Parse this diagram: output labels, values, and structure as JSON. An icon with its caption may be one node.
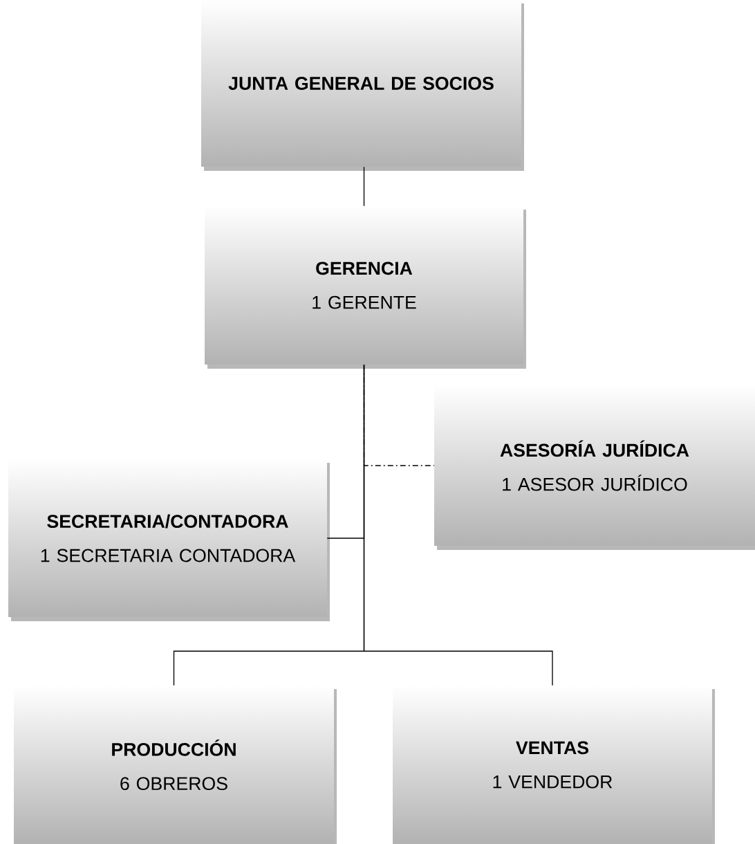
{
  "diagram": {
    "nodes": [
      {
        "text": [
          "JUNTA GENERAL DE SOCIOS"
        ]
      },
      {
        "text": [
          "GERENCIA",
          "1 GERENTE"
        ]
      },
      {
        "text": [
          "ASESORÍA JURÍDICA",
          "1 ASESOR JURÍDICO"
        ]
      },
      {
        "text": [
          "SECRETARIA/CONTADORA",
          "1 SECRETARIA CONTADORA"
        ]
      },
      {
        "text": [
          "PRODUCCIÓN",
          "6 OBREROS"
        ]
      },
      {
        "text": [
          "VENTAS",
          "1 VENDEDOR"
        ]
      }
    ],
    "edges": [
      {
        "from": 0,
        "to": 1,
        "arrow": "none"
      },
      {
        "from": 1,
        "to": 2,
        "arrow": "none",
        "style": "dashed"
      },
      {
        "from": 1,
        "to": 3,
        "arrow": "none"
      },
      {
        "from": 1,
        "to": 4,
        "arrow": "none"
      },
      {
        "from": 1,
        "to": 5,
        "arrow": "none"
      }
    ]
  }
}
